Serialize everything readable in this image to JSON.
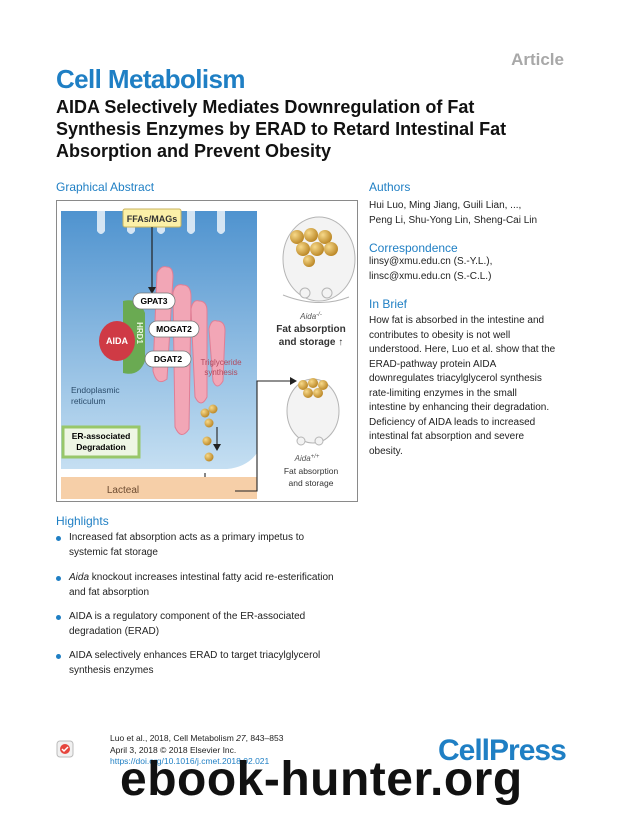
{
  "header": {
    "article_tag": "Article",
    "journal": "Cell Metabolism",
    "title_lines": [
      "AIDA Selectively Mediates Downregulation of Fat",
      "Synthesis Enzymes by ERAD to Retard Intestinal Fat",
      "Absorption and Prevent Obesity"
    ]
  },
  "graphical_abstract": {
    "heading": "Graphical Abstract",
    "labels": {
      "ffas": "FFAs/MAGs",
      "gpat3": "GPAT3",
      "mogat2": "MOGAT2",
      "dgat2": "DGAT2",
      "aida": "AIDA",
      "hrd1": "HRD1",
      "tg_line1": "Triglyceride",
      "tg_line2": "synthesis",
      "er_line1": "Endoplasmic",
      "er_line2": "reticulum",
      "erad_line1": "ER-associated",
      "erad_line2": "Degradation",
      "lacteal": "Lacteal",
      "ko_label": "Aida",
      "ko_sup": "-/-",
      "ko_fat_line1": "Fat absorption",
      "ko_fat_line2": "and storage ↑",
      "wt_label": "Aida",
      "wt_sup": "+/+",
      "wt_fat_line1": "Fat absorption",
      "wt_fat_line2": "and storage"
    },
    "colors": {
      "er_blue": "#7fb7df",
      "er_pink": "#f2a6b6",
      "aida_red": "#cf3a45",
      "hrd1_green": "#6aaa52",
      "erad_green": "#98c76a",
      "ffa_yellow": "#fbf0a8",
      "lacteal_orange": "#f6cfa8",
      "droplet": "#d8a640"
    }
  },
  "authors": {
    "heading": "Authors",
    "lines": [
      "Hui Luo, Ming Jiang, Guili Lian, ...,",
      "Peng Li, Shu-Yong Lin, Sheng-Cai Lin"
    ]
  },
  "correspondence": {
    "heading": "Correspondence",
    "lines": [
      "linsy@xmu.edu.cn (S.-Y.L.),",
      "linsc@xmu.edu.cn (S.-C.L.)"
    ]
  },
  "in_brief": {
    "heading": "In Brief",
    "lines": [
      "How fat is absorbed in the intestine and",
      "contributes to obesity is not well",
      "understood. Here, Luo et al. show that the",
      "ERAD-pathway protein AIDA",
      "downregulates triacylglycerol synthesis",
      "rate-limiting enzymes in the small",
      "intestine by enhancing their degradation.",
      "Deficiency of AIDA leads to increased",
      "intestinal fat absorption and severe",
      "obesity."
    ]
  },
  "highlights": {
    "heading": "Highlights",
    "items": [
      {
        "italic": "",
        "lines": [
          "Increased fat absorption acts as a primary impetus to",
          "systemic fat storage"
        ]
      },
      {
        "italic": "Aida",
        "lines": [
          " knockout increases intestinal fatty acid re-esterification",
          "and fat absorption"
        ]
      },
      {
        "italic": "",
        "lines": [
          "AIDA is a regulatory component of the ER-associated",
          "degradation (ERAD)"
        ]
      },
      {
        "italic": "",
        "lines": [
          "AIDA selectively enhances ERAD to target triacylglycerol",
          "synthesis enzymes"
        ]
      }
    ]
  },
  "footer": {
    "citation_prefix": "Luo et al., 2018, Cell Metabolism ",
    "citation_volume": "27",
    "citation_pages": ", 843–853",
    "date_line": "April 3, 2018 © 2018 Elsevier Inc.",
    "doi": "https://doi.org/10.1016/j.cmet.2018.02.021",
    "publisher": "CellPress"
  },
  "watermark": "ebook-hunter.org"
}
